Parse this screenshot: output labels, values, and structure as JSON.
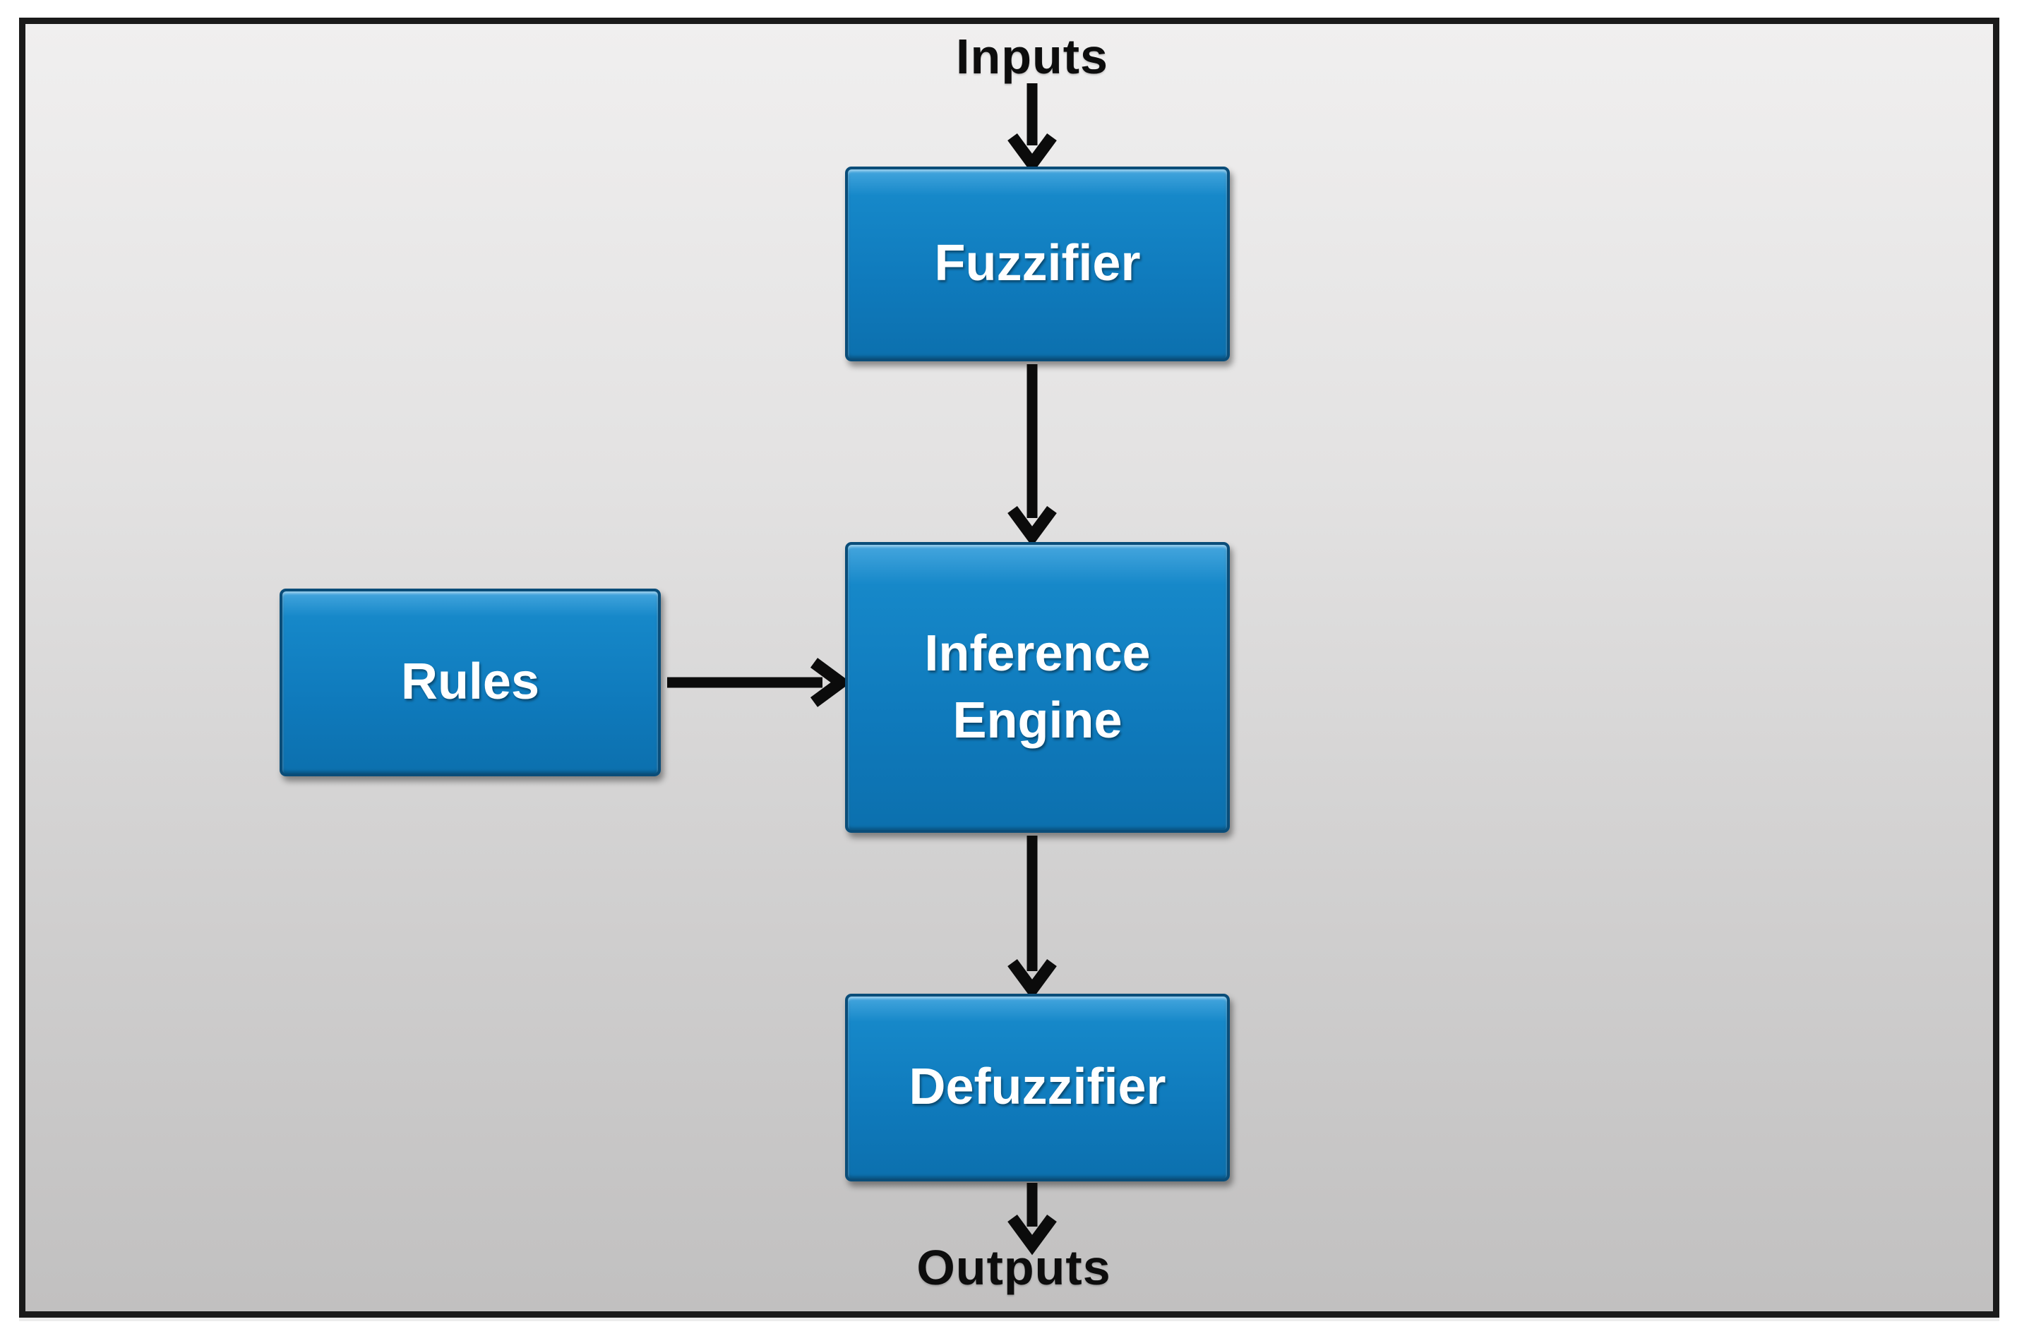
{
  "diagram": {
    "type": "block-flow-diagram",
    "subject": "Fuzzy logic system",
    "labels": {
      "inputs": "Inputs",
      "outputs": "Outputs"
    },
    "nodes": {
      "fuzzifier": {
        "label": "Fuzzifier"
      },
      "rules": {
        "label": "Rules"
      },
      "inference": {
        "label": "Inference Engine"
      },
      "defuzzifier": {
        "label": "Defuzzifier"
      }
    },
    "edges": [
      {
        "from": "inputs",
        "to": "fuzzifier",
        "direction": "down"
      },
      {
        "from": "fuzzifier",
        "to": "inference",
        "direction": "down"
      },
      {
        "from": "rules",
        "to": "inference",
        "direction": "right"
      },
      {
        "from": "inference",
        "to": "defuzzifier",
        "direction": "down"
      },
      {
        "from": "defuzzifier",
        "to": "outputs",
        "direction": "down"
      }
    ]
  },
  "colors": {
    "bg-top": "#f0efef",
    "bg-bottom": "#c1c0c0",
    "box-hi": "#45a6de",
    "box-top": "#1688c9",
    "box-mid": "#0f7abc",
    "box-bot": "#0c70ae",
    "box-border": "#0a4d79",
    "box-text": "#ffffff",
    "label-text": "#0d0d0d",
    "arrow": "#0b0b0b",
    "frame": "#1a1a1a"
  }
}
